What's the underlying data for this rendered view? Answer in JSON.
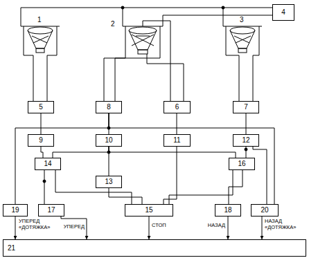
{
  "diagram": {
    "nodes": [
      {
        "text": [
          "4"
        ]
      },
      {
        "text": [
          "5"
        ]
      },
      {
        "text": [
          "8"
        ]
      },
      {
        "text": [
          "6"
        ]
      },
      {
        "text": [
          "7"
        ]
      },
      {
        "text": [
          "9"
        ]
      },
      {
        "text": [
          "10"
        ]
      },
      {
        "text": [
          "11"
        ]
      },
      {
        "text": [
          "12"
        ]
      },
      {
        "text": [
          "14"
        ]
      },
      {
        "text": [
          "13"
        ]
      },
      {
        "text": [
          "16"
        ]
      },
      {
        "text": [
          "19"
        ]
      },
      {
        "text": [
          "17"
        ]
      },
      {
        "text": [
          "15"
        ]
      },
      {
        "text": [
          "18"
        ]
      },
      {
        "text": [
          "20"
        ]
      },
      {
        "text": [
          "21"
        ]
      }
    ],
    "edges": [
      {
        "from": 1,
        "to": 5,
        "arrow": "none"
      },
      {
        "from": 2,
        "to": 6,
        "arrow": "none"
      },
      {
        "from": 3,
        "to": 7,
        "arrow": "none"
      },
      {
        "from": 4,
        "to": 8,
        "arrow": "none"
      },
      {
        "from": 2,
        "to": 12,
        "arrow": "none"
      },
      {
        "from": 2,
        "to": 16,
        "arrow": "none"
      },
      {
        "from": 5,
        "to": 9,
        "arrow": "none"
      },
      {
        "from": 6,
        "to": 9,
        "arrow": "none"
      },
      {
        "from": 6,
        "to": 10,
        "arrow": "none"
      },
      {
        "from": 6,
        "to": 11,
        "arrow": "none"
      },
      {
        "from": 7,
        "to": 14,
        "arrow": "none"
      },
      {
        "from": 8,
        "to": 11,
        "arrow": "none"
      },
      {
        "from": 8,
        "to": 16,
        "arrow": "none"
      },
      {
        "from": 9,
        "to": 13,
        "arrow": "none"
      },
      {
        "from": 9,
        "to": 14,
        "arrow": "none"
      },
      {
        "from": 10,
        "to": 14,
        "arrow": "none"
      },
      {
        "from": 11,
        "to": 14,
        "arrow": "none"
      },
      {
        "from": 11,
        "to": 15,
        "arrow": "none"
      },
      {
        "from": 12,
        "to": 17,
        "label": "УПЕРЕД «ДОТЯЖКА»",
        "arrow": "to"
      },
      {
        "from": 13,
        "to": 17,
        "label": "УПЕРЕД",
        "arrow": "to"
      },
      {
        "from": 14,
        "to": 17,
        "label": "СТОП",
        "arrow": "to"
      },
      {
        "from": 15,
        "to": 17,
        "label": "НАЗАД",
        "arrow": "to"
      },
      {
        "from": 16,
        "to": 17,
        "label": "НАЗАД «ДОТЯЖКА»",
        "arrow": "to"
      }
    ],
    "labels": [
      "1",
      "2",
      "3"
    ]
  }
}
